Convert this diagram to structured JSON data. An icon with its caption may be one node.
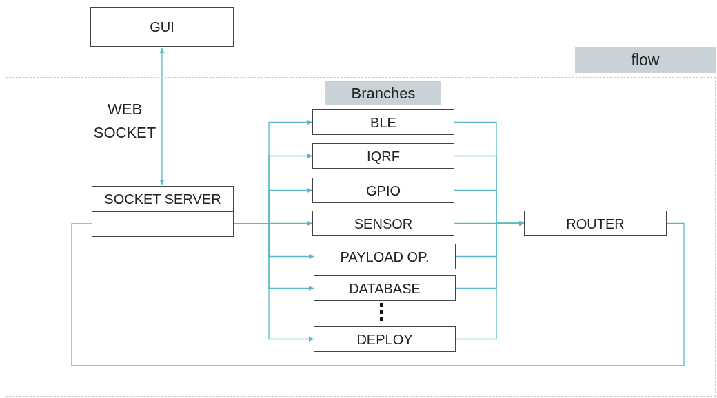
{
  "diagram": {
    "nodes": [
      {
        "text": [
          "flow"
        ]
      },
      {
        "text": [
          "GUI"
        ]
      },
      {
        "text": [
          "SOCKET SERVER"
        ],
        "in": 0
      },
      {
        "text": [
          "Branches"
        ],
        "in": 0
      },
      {
        "text": [
          "BLE"
        ],
        "in": 0
      },
      {
        "text": [
          "IQRF"
        ],
        "in": 0
      },
      {
        "text": [
          "GPIO"
        ],
        "in": 0
      },
      {
        "text": [
          "SENSOR"
        ],
        "in": 0
      },
      {
        "text": [
          "PAYLOAD OP."
        ],
        "in": 0
      },
      {
        "text": [
          "DATABASE"
        ],
        "in": 0
      },
      {
        "text": [
          "DEPLOY"
        ],
        "in": 0
      },
      {
        "text": [
          "ROUTER"
        ],
        "in": 0
      }
    ],
    "edges": [
      {
        "from": 1,
        "to": 2,
        "arrow": "both",
        "label": "WEB SOCKET"
      },
      {
        "from": 11,
        "to": 2,
        "arrow": "none"
      },
      {
        "from": 2,
        "to": 4,
        "arrow": "to"
      },
      {
        "from": 2,
        "to": 5,
        "arrow": "to"
      },
      {
        "from": 2,
        "to": 6,
        "arrow": "to"
      },
      {
        "from": 2,
        "to": 7,
        "arrow": "to"
      },
      {
        "from": 2,
        "to": 8,
        "arrow": "to"
      },
      {
        "from": 2,
        "to": 9,
        "arrow": "to"
      },
      {
        "from": 2,
        "to": 10,
        "arrow": "to"
      },
      {
        "from": 4,
        "to": 11,
        "arrow": "to"
      },
      {
        "from": 5,
        "to": 11,
        "arrow": "to"
      },
      {
        "from": 6,
        "to": 11,
        "arrow": "to"
      },
      {
        "from": 7,
        "to": 11,
        "arrow": "to"
      },
      {
        "from": 8,
        "to": 11,
        "arrow": "to"
      },
      {
        "from": 9,
        "to": 11,
        "arrow": "to"
      },
      {
        "from": 10,
        "to": 11,
        "arrow": "to"
      }
    ]
  }
}
